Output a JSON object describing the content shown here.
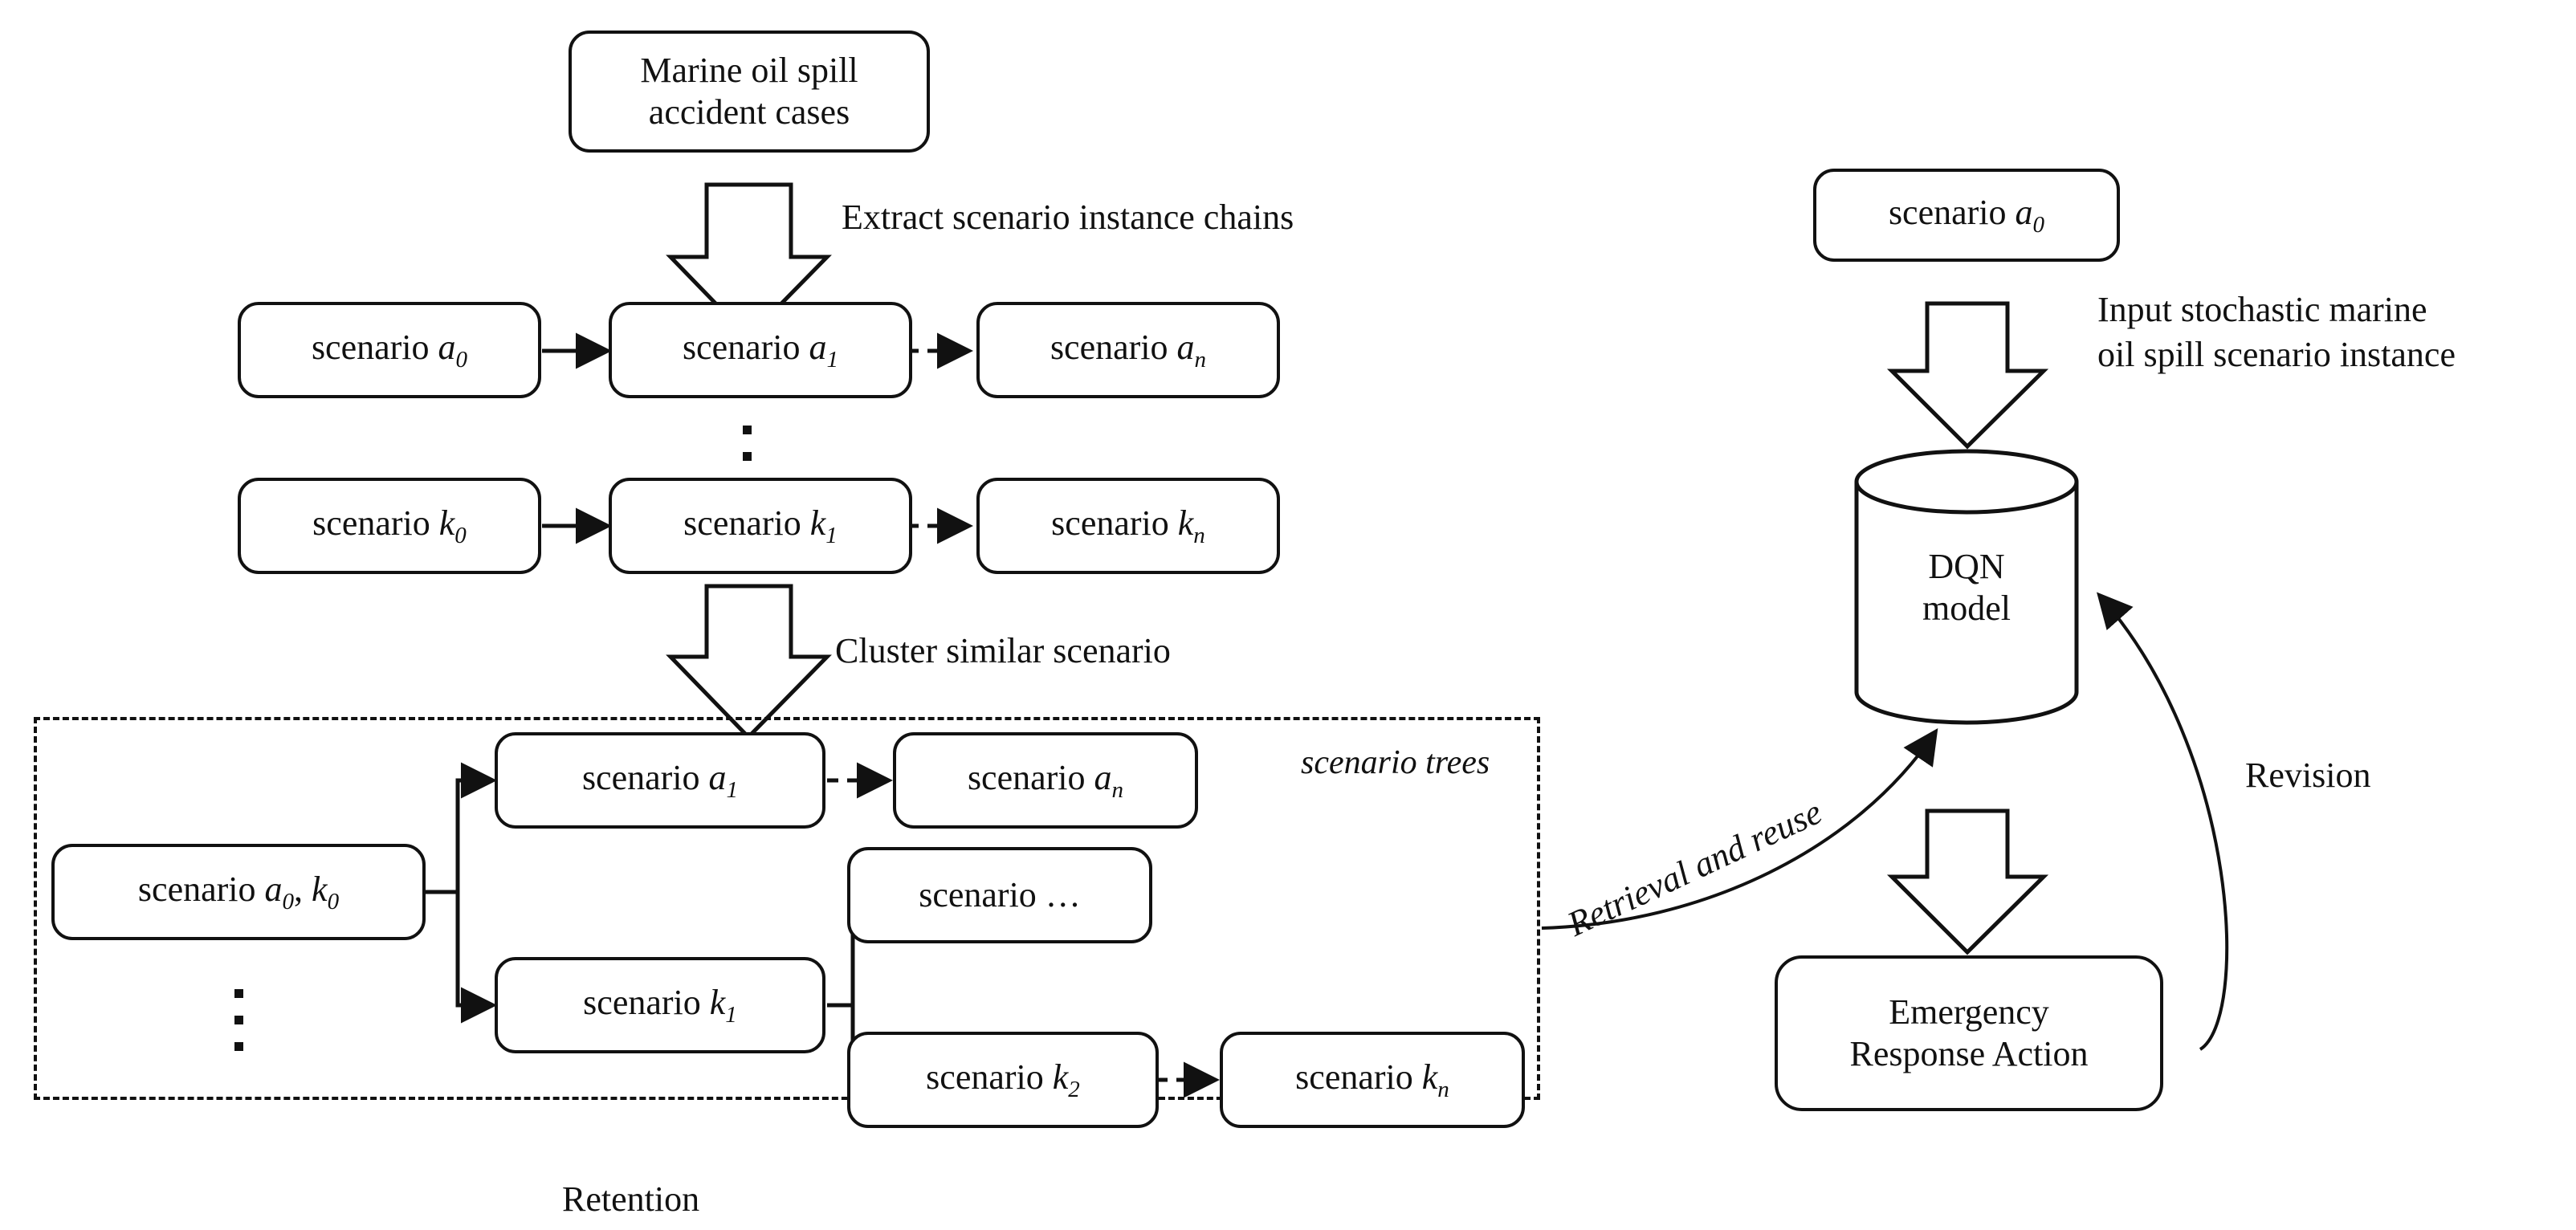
{
  "diagram": {
    "title_absent": true,
    "nodes": {
      "source_cases": "Marine oil spill\naccident cases",
      "chain_a0": "scenario a",
      "chain_a0_sub": "0",
      "chain_a1": "scenario a",
      "chain_a1_sub": "1",
      "chain_an": "scenario a",
      "chain_an_sub": "n",
      "chain_k0": "scenario k",
      "chain_k0_sub": "0",
      "chain_k1": "scenario k",
      "chain_k1_sub": "1",
      "chain_kn": "scenario k",
      "chain_kn_sub": "n",
      "tree_root": "scenario a",
      "tree_root_sub": "0",
      "tree_root_mid": ", k",
      "tree_root_sub2": "0",
      "tree_a1": "scenario a",
      "tree_a1_sub": "1",
      "tree_an": "scenario a",
      "tree_an_sub": "n",
      "tree_k1": "scenario k",
      "tree_k1_sub": "1",
      "tree_ellipsis": "scenario …",
      "tree_k2": "scenario k",
      "tree_k2_sub": "2",
      "tree_kn": "scenario k",
      "tree_kn_sub": "n",
      "input_instance": "scenario a",
      "input_instance_sub": "0",
      "dqn_model": "DQN\nmodel",
      "emergency_action": "Emergency\nResponse Action"
    },
    "labels": {
      "extract": "Extract scenario instance chains",
      "cluster": "Cluster similar scenario",
      "scenario_trees": "scenario trees",
      "retention": "Retention",
      "input_stochastic": "Input stochastic marine\noil spill scenario instance",
      "retrieval_reuse": "Retrieval and reuse",
      "revision": "Revision"
    },
    "colors": {
      "stroke": "#111111",
      "background": "#ffffff"
    },
    "icons": {
      "block_arrow_down": "block-arrow-down-icon",
      "arrow_solid_right": "solid-arrow-right-icon",
      "arrow_dashed_right": "dashed-arrow-right-icon",
      "cylinder": "database-cylinder-icon",
      "vertical_ellipsis": "vertical-ellipsis-icon"
    }
  }
}
